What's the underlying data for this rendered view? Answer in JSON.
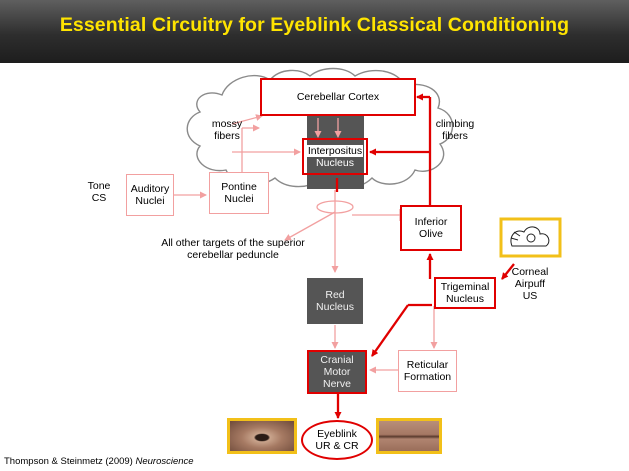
{
  "slide": {
    "title": "Essential Circuitry for Eyeblink Classical Conditioning",
    "credit_prefix": "Thompson & Steinmetz (2009) ",
    "credit_journal": "Neuroscience"
  },
  "diagram": {
    "cerebellar_cortex": "Cerebellar Cortex",
    "mossy_fibers": [
      "mossy",
      "fibers"
    ],
    "climbing_fibers": [
      "climbing",
      "fibers"
    ],
    "interpositus": [
      "Interpositus",
      "Nucleus"
    ],
    "tone_cs": [
      "Tone",
      "CS"
    ],
    "auditory_nuclei": [
      "Auditory",
      "Nuclei"
    ],
    "pontine_nuclei": [
      "Pontine",
      "Nuclei"
    ],
    "inferior_olive": [
      "Inferior",
      "Olive"
    ],
    "other_targets": [
      "All other targets of the superior",
      "cerebellar peduncle"
    ],
    "red_nucleus": [
      "Red",
      "Nucleus"
    ],
    "trigeminal_nucleus": [
      "Trigeminal",
      "Nucleus"
    ],
    "corneal_airpuff": [
      "Corneal",
      "Airpuff",
      "US"
    ],
    "cranial_motor_nerve": [
      "Cranial",
      "Motor",
      "Nerve"
    ],
    "reticular_formation": [
      "Reticular",
      "Formation"
    ],
    "eyeblink": [
      "Eyeblink",
      "UR & CR"
    ]
  },
  "colors": {
    "title": "#ffe400",
    "header_bg": "#2e2e2e",
    "strong_pathway": "#e00000",
    "weak_pathway": "#f2a0a0",
    "nucleus_fill": "#555555",
    "photo_border": "#f2c019"
  }
}
